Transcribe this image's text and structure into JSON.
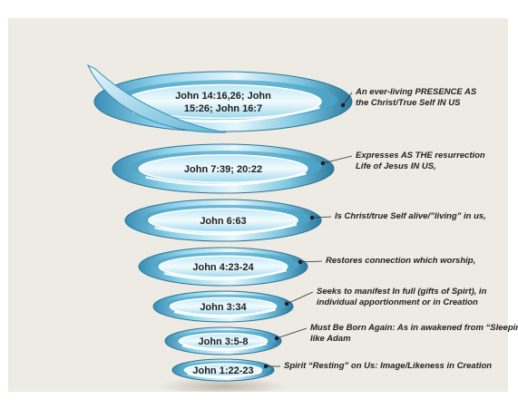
{
  "rings": [
    {
      "label_lines": [
        "John 14:16,26; John",
        "15:26; John 16:7"
      ],
      "annotation": [
        "An ever-living PRESENCE AS",
        "the Christ/True Self IN US"
      ]
    },
    {
      "label_lines": [
        "John 7:39; 20:22"
      ],
      "annotation": [
        "Expresses AS THE resurrection",
        "Life of Jesus IN US,"
      ]
    },
    {
      "label_lines": [
        "John 6:63"
      ],
      "annotation": [
        "Is Christ/true Self alive/”living” in us,"
      ]
    },
    {
      "label_lines": [
        "John 4:23-24"
      ],
      "annotation": [
        "Restores connection which worship,"
      ]
    },
    {
      "label_lines": [
        "John 3:34"
      ],
      "annotation": [
        "Seeks to manifest In full (gifts of Spirt), in",
        "individual apportionment or in Creation"
      ]
    },
    {
      "label_lines": [
        "John 3:5-8"
      ],
      "annotation": [
        "Must Be Born Again: As in awakened from “Sleeping”",
        "like Adam"
      ]
    },
    {
      "label_lines": [
        "John 1:22-23"
      ],
      "annotation": [
        "Spirit “Resting” on Us: Image/Likeness in Creation"
      ]
    }
  ],
  "colors": {
    "background": "#eeebe4",
    "ribbon_light": "#d6f0f8",
    "ribbon_mid": "#7ccbe3",
    "ribbon_dark": "#2f7fa6",
    "connector": "#2b2b2b"
  }
}
